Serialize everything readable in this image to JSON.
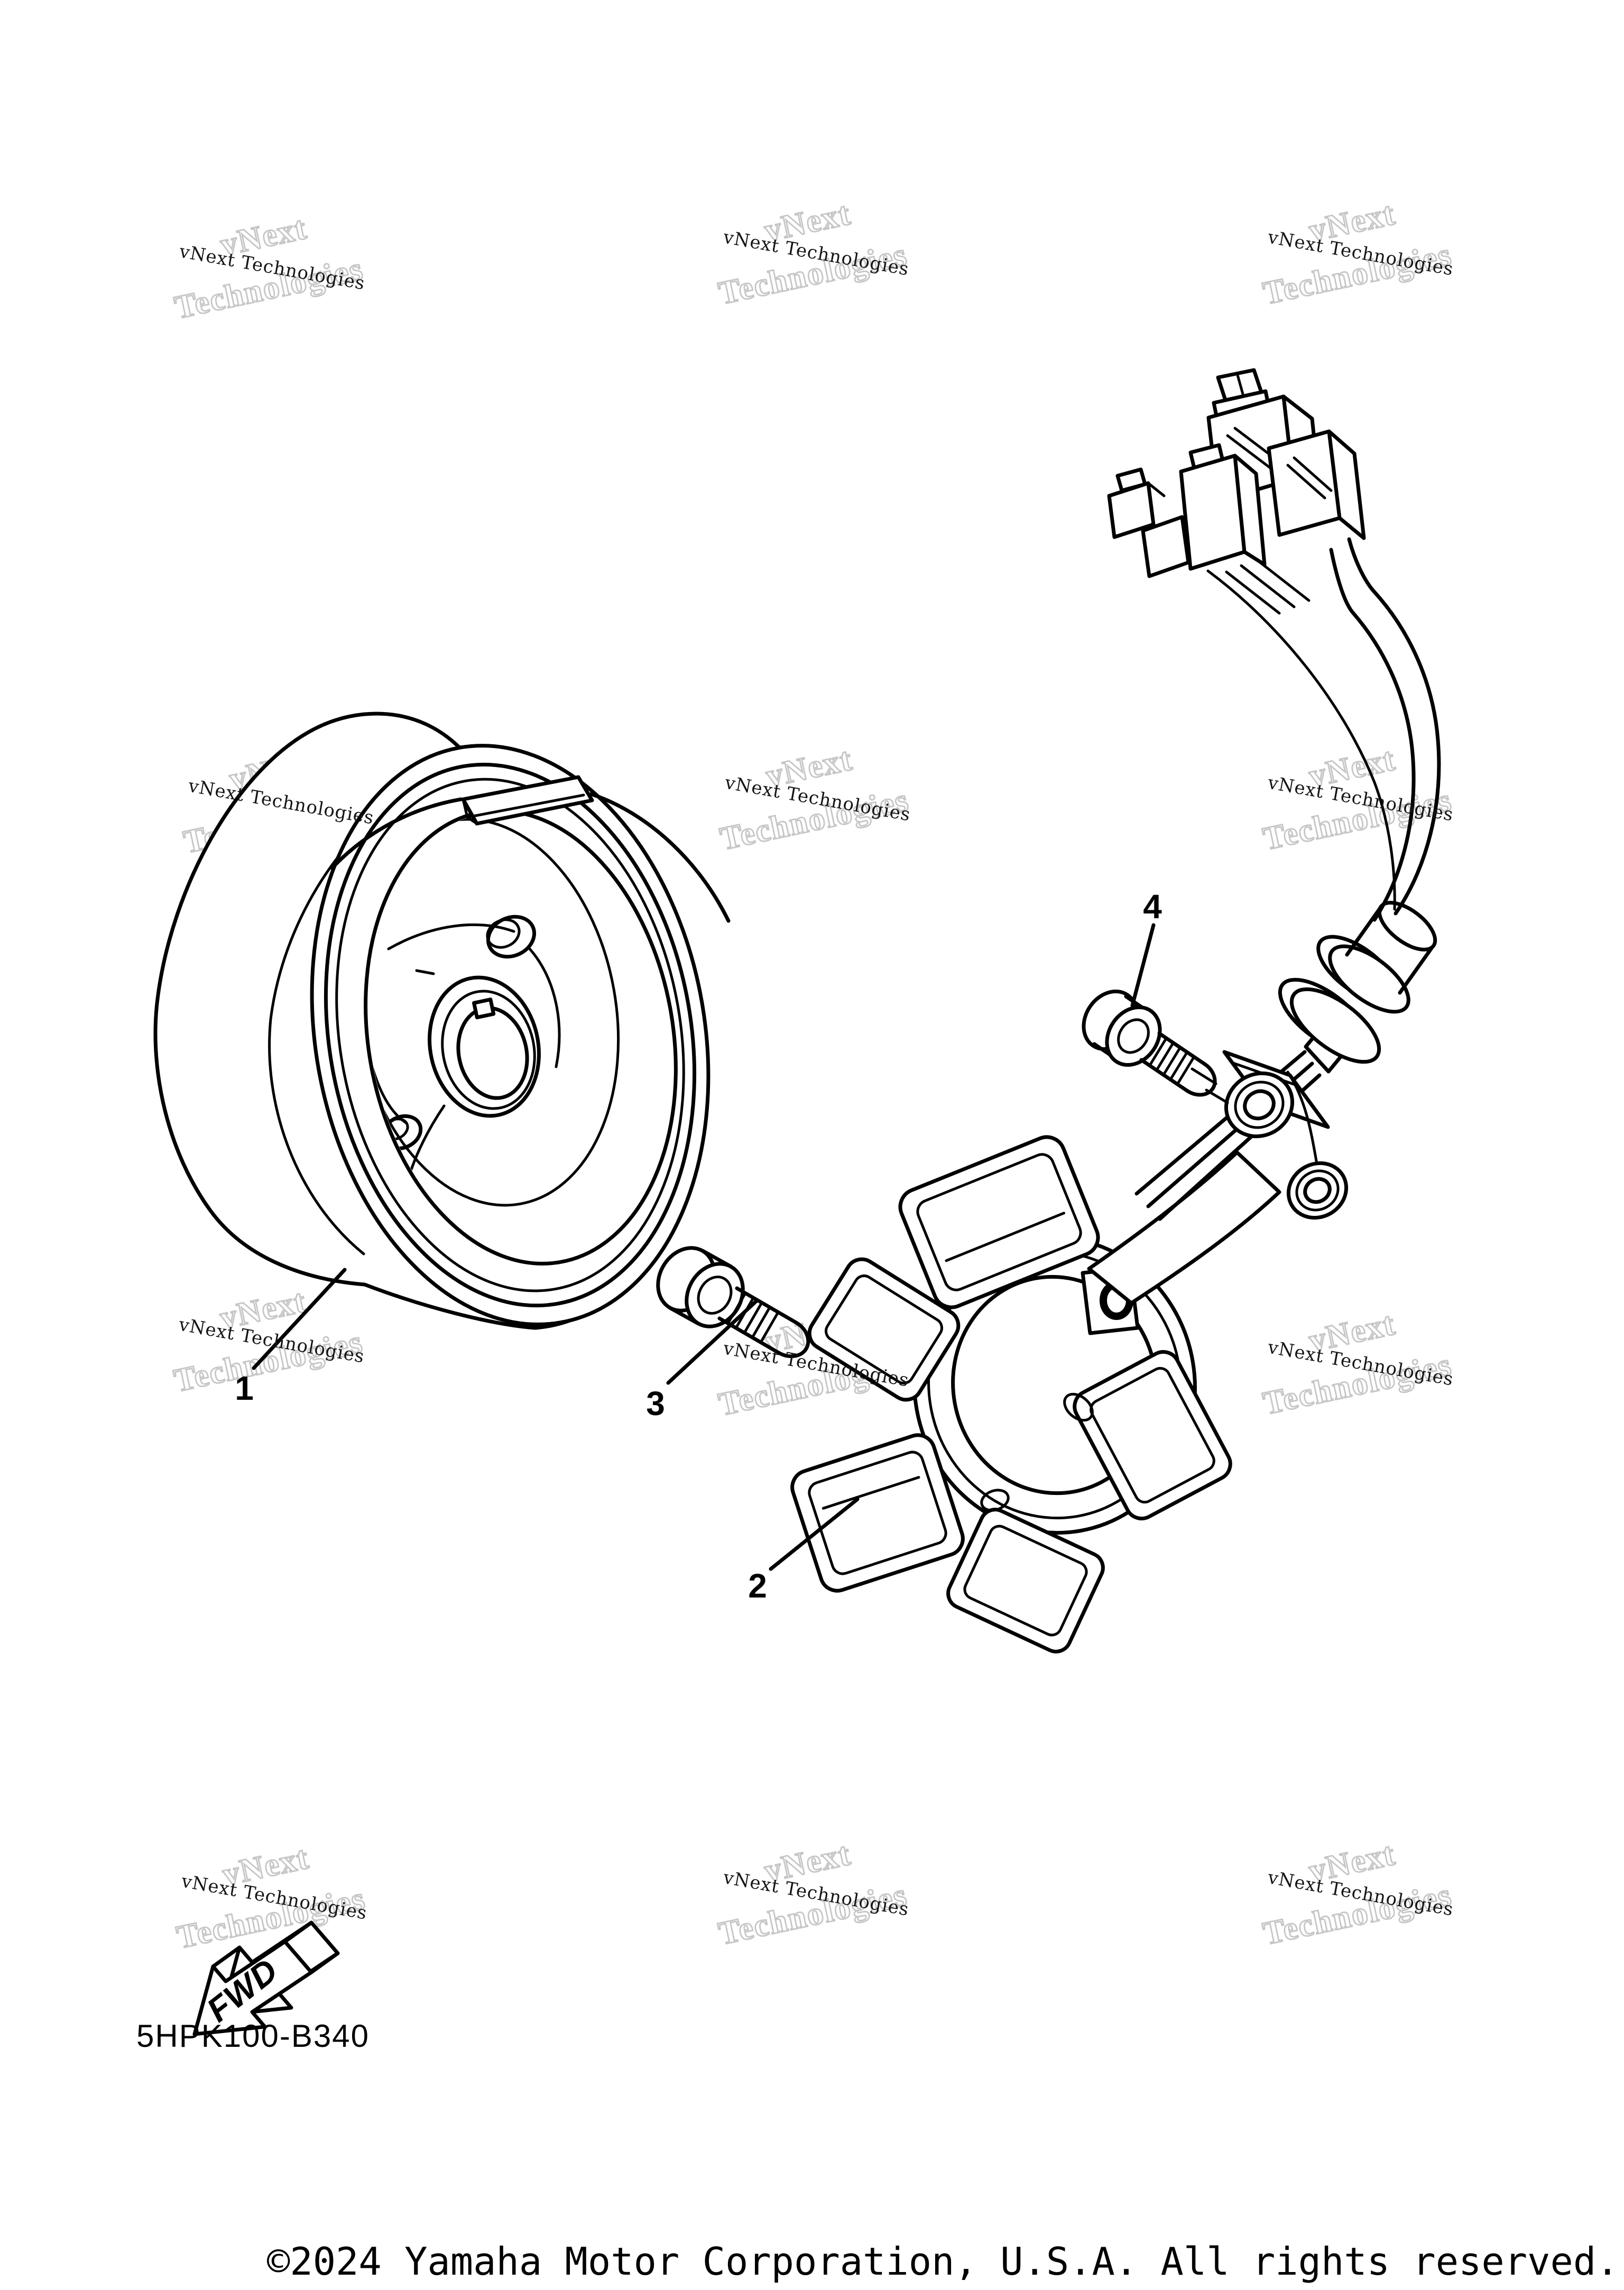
{
  "page": {
    "background": "#ffffff",
    "line_color": "#000000",
    "watermark": {
      "brand_line1": "vNext",
      "brand_line2": "Technologies",
      "brand_small": "vNext Technologies",
      "outline_color": "#c6c6c6",
      "text_color": "#141414"
    },
    "diagram": {
      "code": "5HPK100-B340",
      "fwd_label": "FWD",
      "copyright": "©2024 Yamaha Motor Corporation, U.S.A. All rights reserved.",
      "parts": [
        {
          "ref": "1"
        },
        {
          "ref": "2"
        },
        {
          "ref": "3"
        },
        {
          "ref": "4"
        }
      ]
    }
  }
}
